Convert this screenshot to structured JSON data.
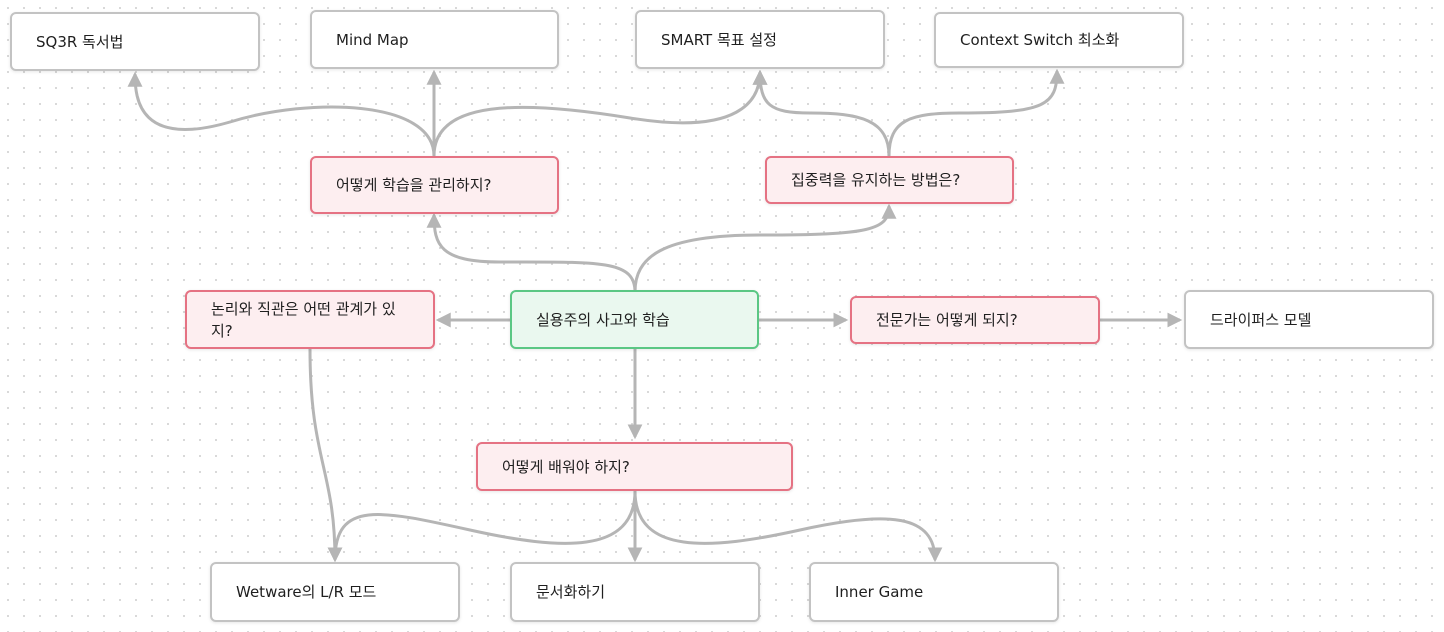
{
  "diagram": {
    "colors": {
      "edge": "#b5b5b5",
      "root_border": "#5bc784",
      "root_fill": "#eaf8ef",
      "question_border": "#e57283",
      "question_fill": "#fdeef0",
      "leaf_border": "#c3c3c3",
      "leaf_fill": "#ffffff"
    },
    "nodes": {
      "root": "실용주의 사고와 학습",
      "q_manage": "어떻게 학습을 관리하지?",
      "q_focus": "집중력을 유지하는 방법은?",
      "q_logic": "논리와 직관은 어떤 관계가 있지?",
      "q_expert": "전문가는 어떻게 되지?",
      "q_learn": "어떻게 배워야 하지?",
      "sq3r": "SQ3R 독서법",
      "mindmap": "Mind Map",
      "smart": "SMART 목표 설정",
      "context": "Context Switch 최소화",
      "dreyfus": "드라이퍼스 모델",
      "wetware": "Wetware의 L/R 모드",
      "docs": "문서화하기",
      "inner": "Inner Game"
    }
  }
}
